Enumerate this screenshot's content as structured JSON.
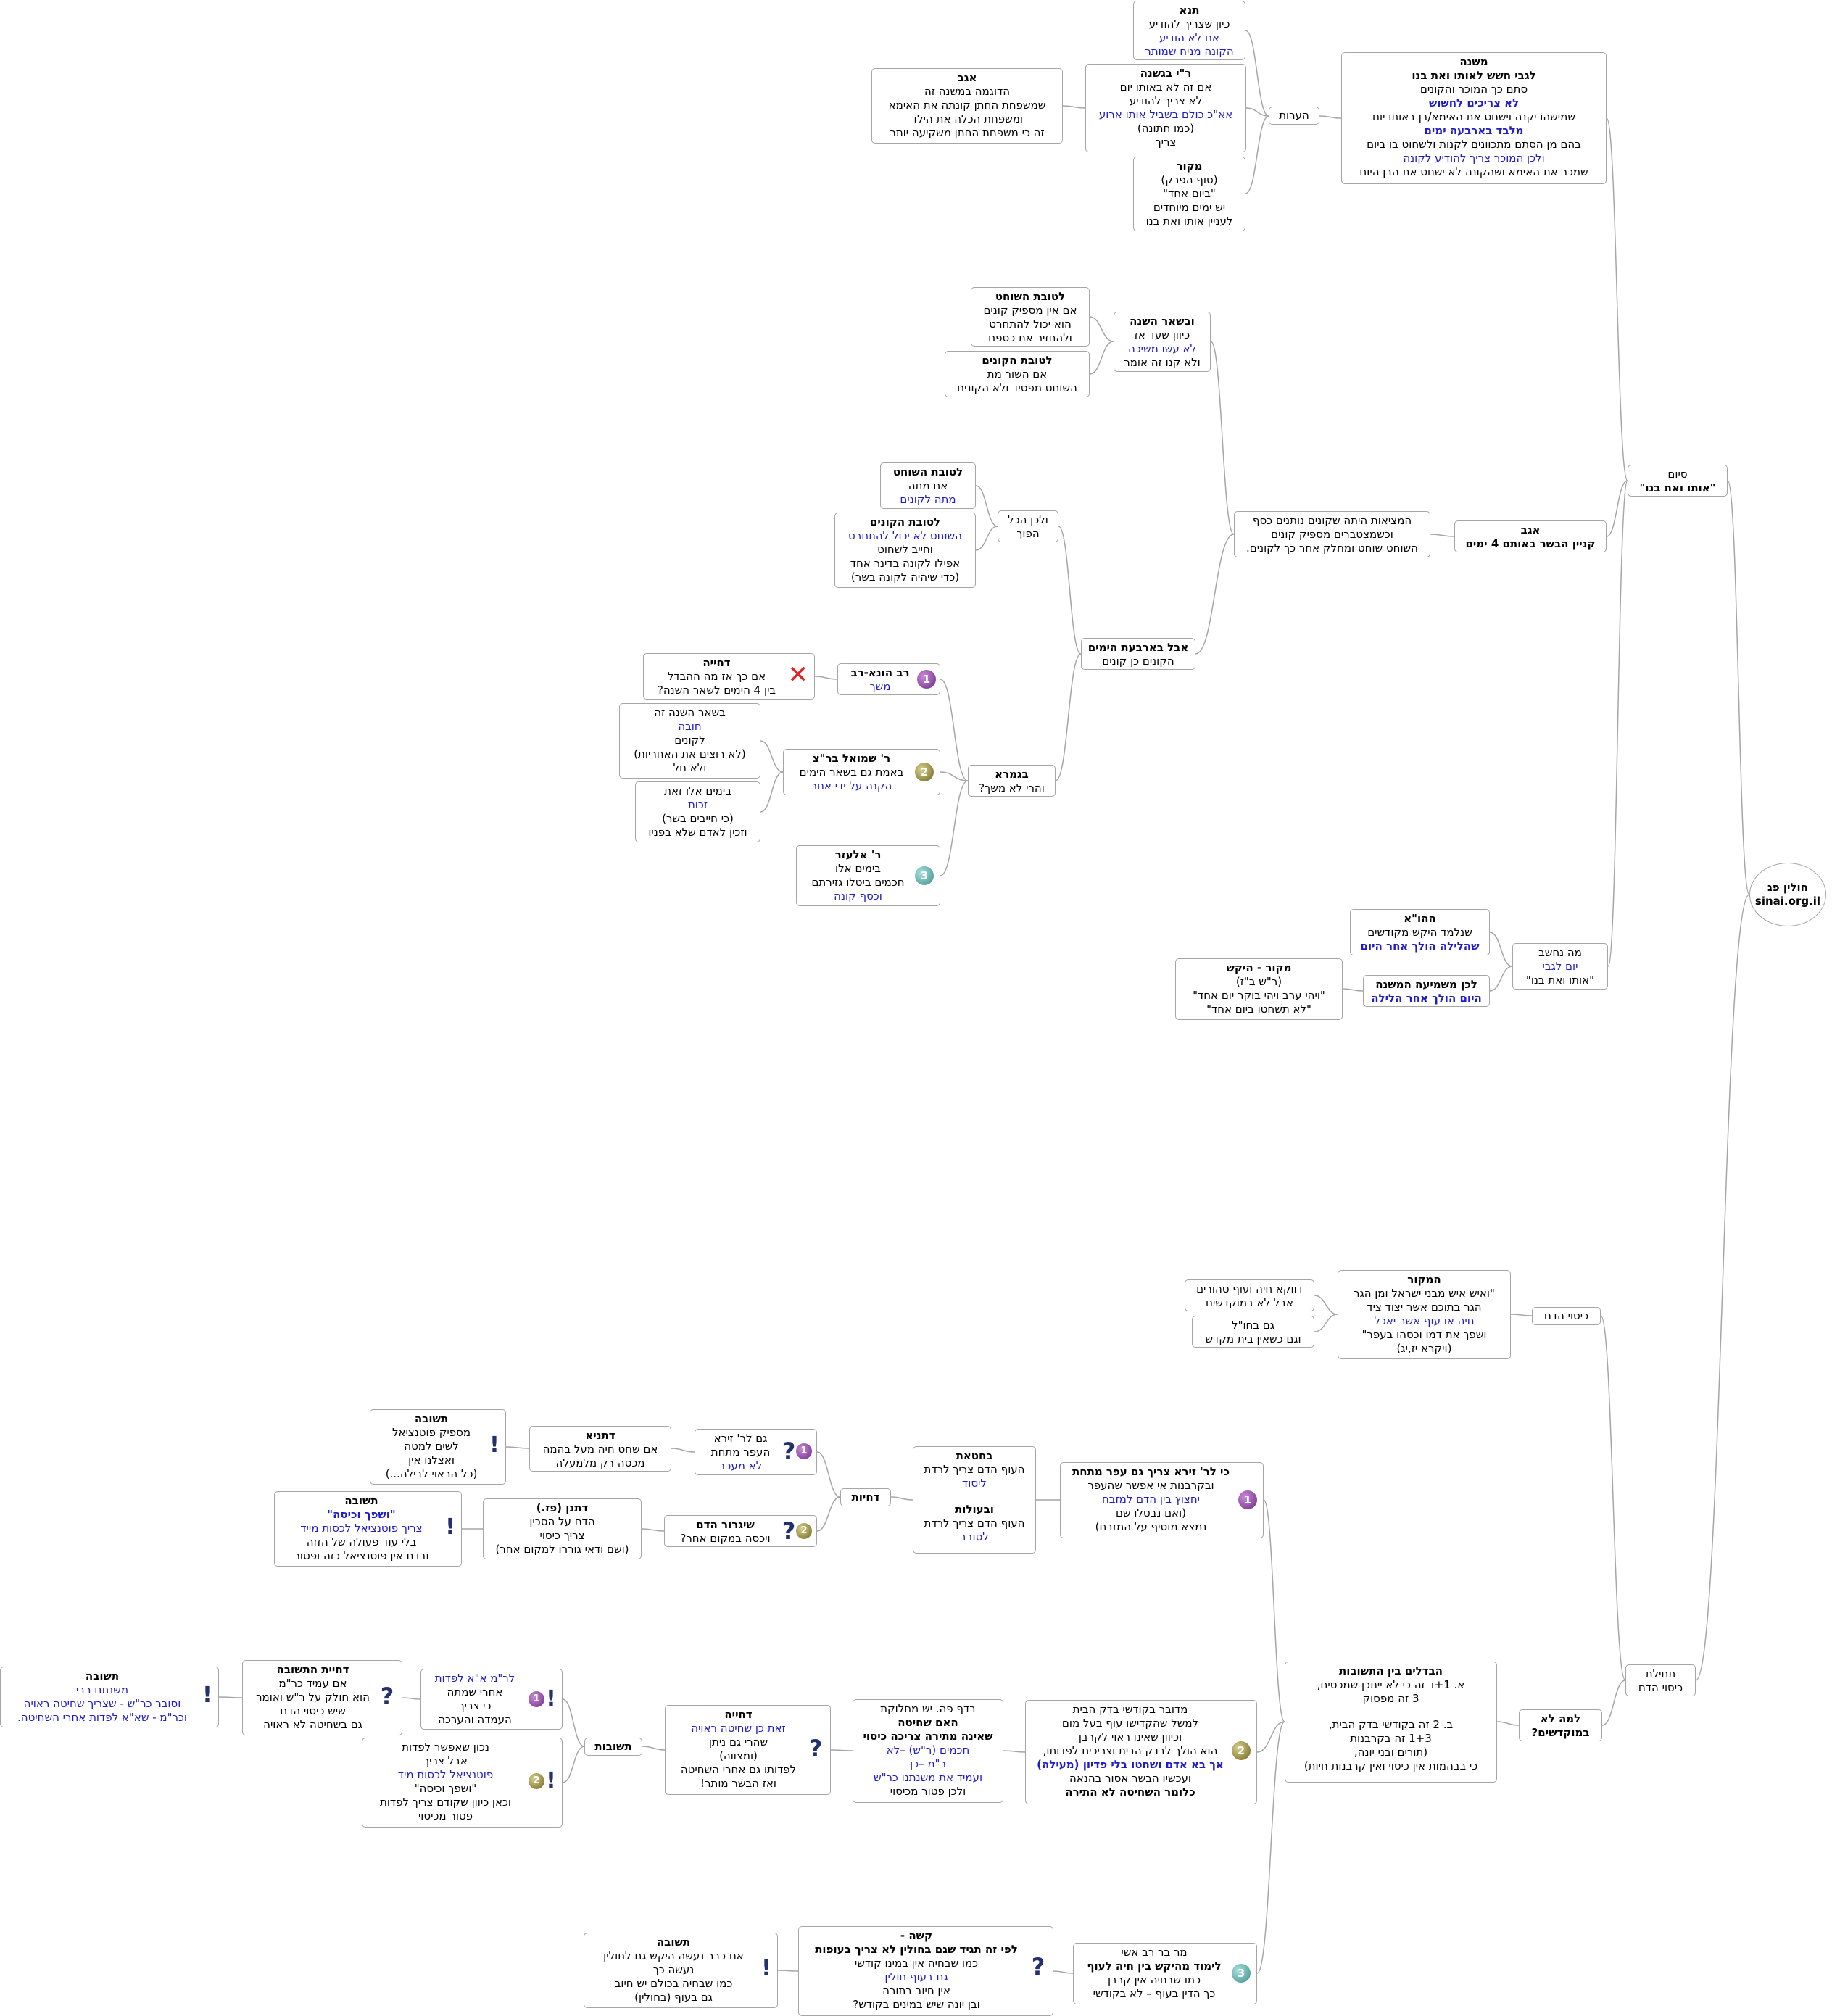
{
  "nodes": {
    "root": [
      "חולין פג",
      "sinai.org.il"
    ],
    "siyum": [
      "סיום",
      "\"אותו ואת בנו\""
    ],
    "hearot": [
      "הערות"
    ],
    "mishna": [
      "משנה",
      "לגבי חשש לאותו ואת בנו",
      "סתם כך המוכר והקונים",
      "לא צריכים לחשוש",
      "שמישהו יקנה וישחט את האימא/בן באותו יום",
      "מלבד בארבעה ימים",
      "בהם מן הסתם מתכוונים לקנות ולשחוט בו ביום",
      "ולכן המוכר צריך להודיע לקונה",
      "שמכר את האימא ושהקונה לא ישחט את הבן היום"
    ],
    "tana": [
      "תנא",
      "כיון שצריך להודיע",
      "אם לא הודיע",
      "הקונה מניח שמותר"
    ],
    "rai": [
      "ר\"י בגשנה",
      "אם זה לא באותו יום",
      "לא צריך להודיע",
      "אא\"כ כולם בשביל אותו ארוע",
      "(כמו חתונה)",
      "צריך"
    ],
    "agav1": [
      "אגב",
      "הדוגמה במשנה זה",
      "שמשפחת החתן קונתה את האימא",
      "ומשפחת הכלה את הילד",
      "זה כי משפחת החתן משקיעה יותר"
    ],
    "makor1": [
      "מקור",
      "(סוף הפרק)",
      "\"ביום אחד\"",
      "יש ימים מיוחדים",
      "לעניין אותו ואת בנו"
    ],
    "agav2": [
      "אגב",
      "קניין הבשר באותם 4 ימים"
    ],
    "metziut": [
      "המציאות היתה שקונים נותנים כסף",
      "וכשמצטברים מספיק קונים",
      "השוחט שוחט ומחלק אחר כך לקונים."
    ],
    "ushear": [
      "ובשאר השנה",
      "כיוון שעד אז",
      "לא עשו משיכה",
      "ולא קנו זה אומר"
    ],
    "tovatShochet1": [
      "לטובת השוחט",
      "אם אין מספיק קונים",
      "הוא יכול להתחרט",
      "ולהחזיר את כספם"
    ],
    "tovatKonim1": [
      "לטובת הקונים",
      "אם השור מת",
      "השוחט מפסיד ולא הקונים"
    ],
    "aval4": [
      "אבל בארבעת הימים",
      "הקונים כן קונים"
    ],
    "velachen": [
      "ולכן הכל",
      "הפוך"
    ],
    "tovatShochet2": [
      "לטובת השוחט",
      "אם מתה",
      "מתה לקונים"
    ],
    "tovatKonim2": [
      "לטובת הקונים",
      "השוחט לא יכול להתחרט",
      "וחייב לשחוט",
      "אפילו לקונה בדינר אחד",
      "(כדי שיהיה לקונה בשר)"
    ],
    "bagemara": [
      "בגמרא",
      "והרי לא משך?"
    ],
    "ravHuna": [
      "רב הונא-רב",
      "משך"
    ],
    "dchiya1": [
      "דחייה",
      "אם כך אז מה ההבדל",
      "בין 4 הימים לשאר השנה?"
    ],
    "shmuel": [
      "ר' שמואל בר\"צ",
      "באמת גם בשאר הימים",
      "הקנה על ידי אחר"
    ],
    "shearShana": [
      "בשאר השנה זה",
      "חובה",
      "לקונים",
      "(לא רוצים את האחריות)",
      "ולא חל"
    ],
    "beyamim": [
      "בימים אלו זאת",
      "זכות",
      "(כי חייבים בשר)",
      "וזכין לאדם שלא בפניו"
    ],
    "elazar": [
      "ר' אלעזר",
      "בימים אלו",
      "חכמים ביטלו גזירתם",
      "וכסף קונה"
    ],
    "manechshav": [
      "מה נחשב",
      "יום לגבי",
      "\"אותו ואת בנו\""
    ],
    "hahava": [
      "ההו\"א",
      "שנלמד היקש מקודשים",
      "שהלילה הולך אחר היום"
    ],
    "lachen": [
      "לכן משמיעה המשנה",
      "היום הולך אחר הלילה"
    ],
    "makorHekesh": [
      "מקור - היקש",
      "(ר\"ש ב\"ז)",
      "\"ויהי ערב ויהי בוקר יום אחד\"",
      "\"לא תשחטו ביום אחד\""
    ],
    "tchila": [
      "תחילת",
      "כיסוי הדם"
    ],
    "kisui": [
      "כיסוי הדם"
    ],
    "hamakor": [
      "המקור",
      "\"ואיש איש מבני ישראל ומן הגר",
      "הגר בתוכם אשר יצוד ציד",
      "חיה או עוף אשר יאכל",
      "ושפך את דמו וכסהו בעפר\"",
      "(ויקרא יז,יג)"
    ],
    "davka": [
      "דווקא חיה ועוף טהורים",
      "אבל לא במוקדשים"
    ],
    "gamBachul": [
      "גם בחו\"ל",
      "וגם כשאין בית מקדש"
    ],
    "lamaLo": [
      "למה לא",
      "במוקדשים?"
    ],
    "hevdelim": [
      "הבדלים בין התשובות",
      "א. 1+ד זה כי לא ייתכן שמכסים,",
      "3 זה מפסוק",
      "",
      "ב. 2 זה בקודשי בדק הבית,",
      "1+3 זה בקרבנות",
      "(תורים ובני יונה,",
      "כי בבהמות אין כיסוי ואין קרבנות חיות)"
    ],
    "rZeira": [
      "כי לר' זירא צריך גם עפר מתחת",
      "ובקרבנות אי אפשר שהעפר",
      "יחצוץ בין הדם למזבח",
      "(ואם נבטלו שם",
      "נמצא מוסיף על המזבח)"
    ],
    "bechatat": [
      "בחטאת",
      "העוף הדם צריך לרדת",
      "ליסוד",
      "",
      "ובעולות",
      "העוף הדם צריך לרדת",
      "לסובב"
    ],
    "dchiyot": [
      "דחיות"
    ],
    "gamZeira": [
      "גם לר' זירא",
      "העפר מתחת",
      "לא מעכב"
    ],
    "detania": [
      "דתניא",
      "אם שחט חיה מעל בהמה",
      "מכסה רק מלמעלה"
    ],
    "teshuva1": [
      "תשובה",
      "מספיק פוטנציאל",
      "לשים למטה",
      "ואצלנו אין",
      "(כל הראוי לבילה...)"
    ],
    "shigrur": [
      "שיגרור הדם",
      "ויכסה במקום אחר?"
    ],
    "ditnan": [
      "דתנן (פז.)",
      "הדם על הסכין",
      "צריך כיסוי",
      "(ושם ודאי גוררו למקום אחר)"
    ],
    "teshuva2": [
      "תשובה",
      "\"ושפך וכיסה\"",
      "צריך פוטנציאל לכסות מייד",
      "בלי עוד פעולה של הזזה",
      "ובדם אין פוטנציאל כזה ופטור"
    ],
    "medubar": [
      "מדובר בקודשי בדק הבית",
      "למשל שהקדישו עוף בעל מום",
      "וכיוון שאינו ראוי לקרבן",
      "הוא הולך לבדק הבית וצריכים לפדותו,",
      "אך בא אדם ושחטו בלי פדיון (מעילה)",
      "ועכשיו הבשר אסור בהנאה",
      "כלומר השחיטה לא התירה"
    ],
    "bedaf": [
      "בדף פה. יש מחלוקת",
      "האם שחיטה",
      "שאינה מתירה צריכה כיסוי",
      "חכמים (ר\"ש) –לא",
      "ר\"מ –כן",
      "ועמיד את משנתנו כר\"ש",
      "ולכן פטור מכיסוי"
    ],
    "dchiya2": [
      "דחייה",
      "זאת כן שחיטה ראויה",
      "שהרי גם ניתן",
      "(ומצווה)",
      "לפדותו גם אחרי השחיטה",
      "ואז הבשר מותר!"
    ],
    "teshuvot": [
      "תשובות"
    ],
    "lrm": [
      "לר\"מ א\"א לפדות",
      "אחרי שמתה",
      "כי צריך",
      "העמדה והערכה"
    ],
    "dchiyatTeshuva": [
      "דחיית התשובה",
      "אם עמיד כר\"מ",
      "הוא חולק על ר\"ש ואומר",
      "שיש כיסוי הדם",
      "גם בשחיטה לא ראויה"
    ],
    "teshuva3": [
      "תשובה",
      "משנתנו רבי",
      "וסובר כר\"ש - שצריך שחיטה ראויה",
      "וכר\"מ - שא\"א לפדות אחרי השחיטה."
    ],
    "nachon": [
      "נכון שאפשר לפדות",
      "אבל צריך",
      "פוטנציאל לכסות מיד",
      "\"ושפך וכיסה\"",
      "וכאן כיוון שקודם צריך לפדות",
      "פטור מכיסוי"
    ],
    "marBar": [
      "מר בר רב אשי",
      "לימוד מהיקש בין חיה לעוף",
      "כמו שבחיה אין קרבן",
      "כך הדין בעוף – לא בקודשי"
    ],
    "kasha": [
      "קשה -",
      "לפי זה תגיד שגם בחולין לא צריך בעופות",
      "כמו שבחיה אין במינו קודשי",
      "גם בעוף חולין",
      "אין חיוב בתורה",
      "ובן יונה שיש במינים בקודש?"
    ],
    "teshuva4": [
      "תשובה",
      "אם כבר נעשה היקש גם לחולין",
      "נעשה כך",
      "כמו שבחיה בכולם יש חיוב",
      "גם בעוף (בחולין)"
    ]
  },
  "icons": {
    "ravHuna": "1",
    "shmuel": "2",
    "elazar": "3",
    "rZeira": "1",
    "medubar": "2",
    "marBar": "3",
    "gamZeira_num": "1",
    "shigrur_num": "2",
    "lrm_num": "1",
    "nachon_num": "2"
  },
  "colors": {
    "link": "#a6a6a6",
    "blue": "#1c1ccc",
    "border": "#a6a6a6"
  }
}
